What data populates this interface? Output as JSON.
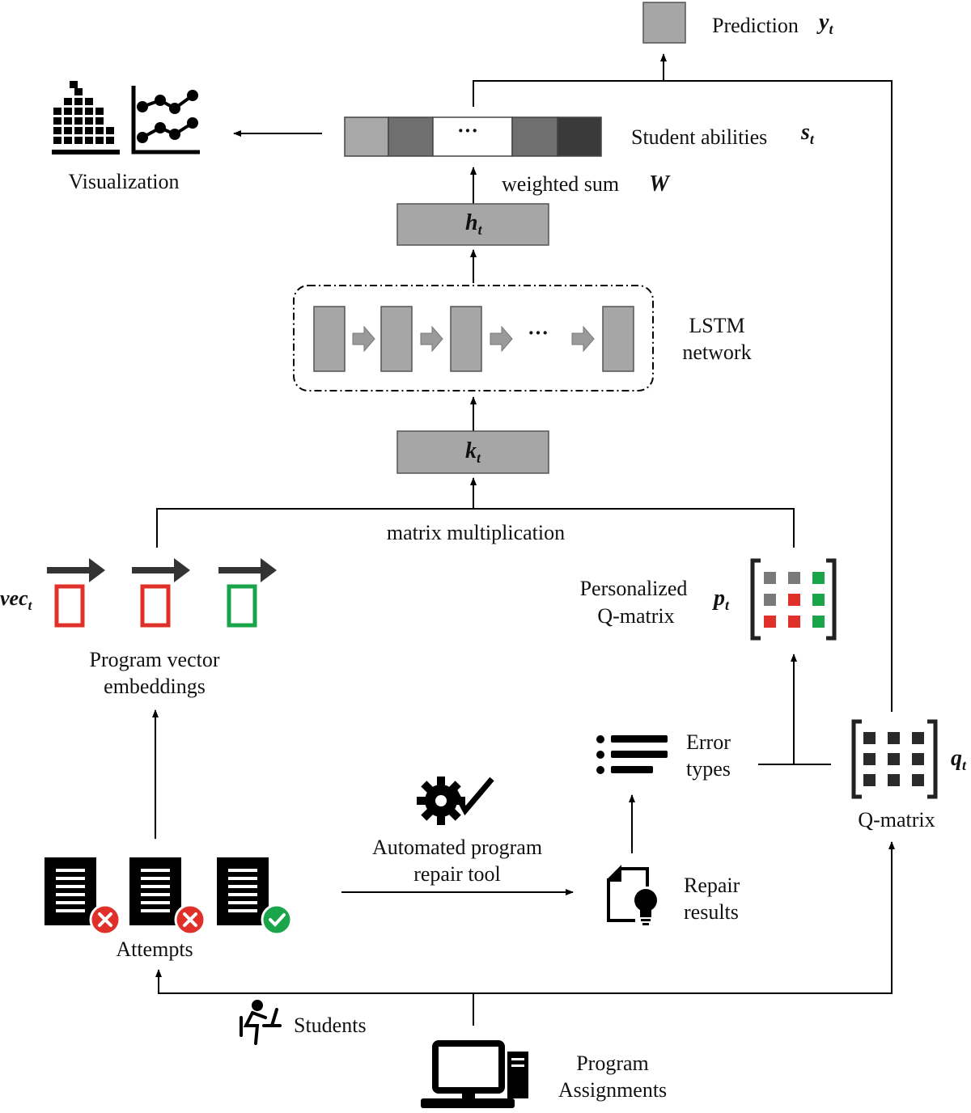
{
  "labels": {
    "prediction": "Prediction",
    "prediction_symbol": "y",
    "prediction_sub": "t",
    "student_abilities": "Student abilities",
    "abilities_symbol": "s",
    "abilities_sub": "t",
    "weighted_sum": "weighted sum",
    "weighted_symbol": "W",
    "visualization": "Visualization",
    "ht_symbol": "h",
    "ht_sub": "t",
    "kt_symbol": "k",
    "kt_sub": "t",
    "lstm_line1": "LSTM",
    "lstm_line2": "network",
    "ellipsis": "···",
    "matrix_mult": "matrix multiplication",
    "vec_symbol": "vec",
    "vec_sub": "t",
    "program_vec_line1": "Program vector",
    "program_vec_line2": "embeddings",
    "personalized_line1": "Personalized",
    "personalized_line2": "Q-matrix",
    "pt_symbol": "p",
    "pt_sub": "t",
    "error_line1": "Error",
    "error_line2": "types",
    "qt_symbol": "q",
    "qt_sub": "t",
    "qmatrix": "Q-matrix",
    "apr_line1": "Automated program",
    "apr_line2": "repair tool",
    "repair_line1": "Repair",
    "repair_line2": "results",
    "attempts": "Attempts",
    "students": "Students",
    "assign_line1": "Program",
    "assign_line2": "Assignments"
  },
  "colors": {
    "box_gray": "#a6a6a6",
    "error_red": "#e0302a",
    "success_green": "#1aa54a",
    "dark_gray": "#3a3a3a"
  },
  "icons": [
    "bar-chart-icon",
    "line-chart-icon",
    "document-icon",
    "error-badge-icon",
    "success-badge-icon",
    "gear-check-icon",
    "list-icon",
    "lightbulb-document-icon",
    "student-at-desk-icon",
    "computer-icon",
    "arrow-right-icon"
  ]
}
